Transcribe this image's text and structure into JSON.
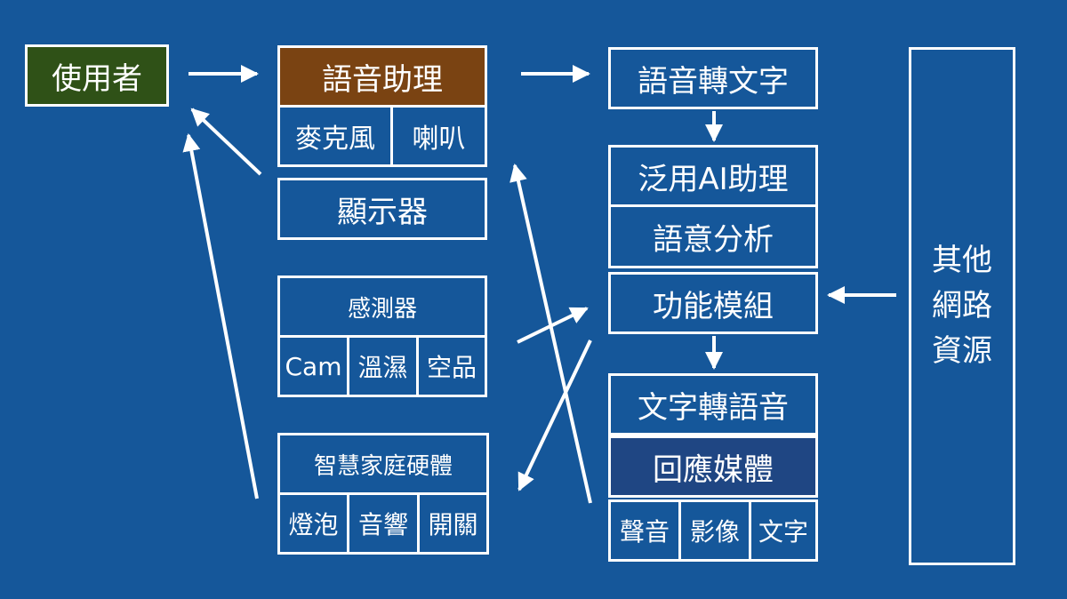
{
  "colors": {
    "background": "#15579a",
    "line": "#ffffff",
    "user_fill": "#2f5117",
    "assistant_fill": "#7a4312",
    "response_media_fill": "#1f4683"
  },
  "user": {
    "label": "使用者"
  },
  "assistant": {
    "title": "語音助理",
    "parts": [
      "麥克風",
      "喇叭"
    ]
  },
  "display": {
    "label": "顯示器"
  },
  "sensors": {
    "title": "感測器",
    "parts": [
      "Cam",
      "溫濕",
      "空品"
    ]
  },
  "smart_home": {
    "title": "智慧家庭硬體",
    "parts": [
      "燈泡",
      "音響",
      "開關"
    ]
  },
  "pipeline": {
    "stt": "語音轉文字",
    "general_ai": "泛用AI助理",
    "semantic": "語意分析",
    "function_module": "功能模組",
    "tts": "文字轉語音",
    "response_media": "回應媒體",
    "media_parts": [
      "聲音",
      "影像",
      "文字"
    ]
  },
  "internet": {
    "label": "其他\n網路\n資源"
  }
}
